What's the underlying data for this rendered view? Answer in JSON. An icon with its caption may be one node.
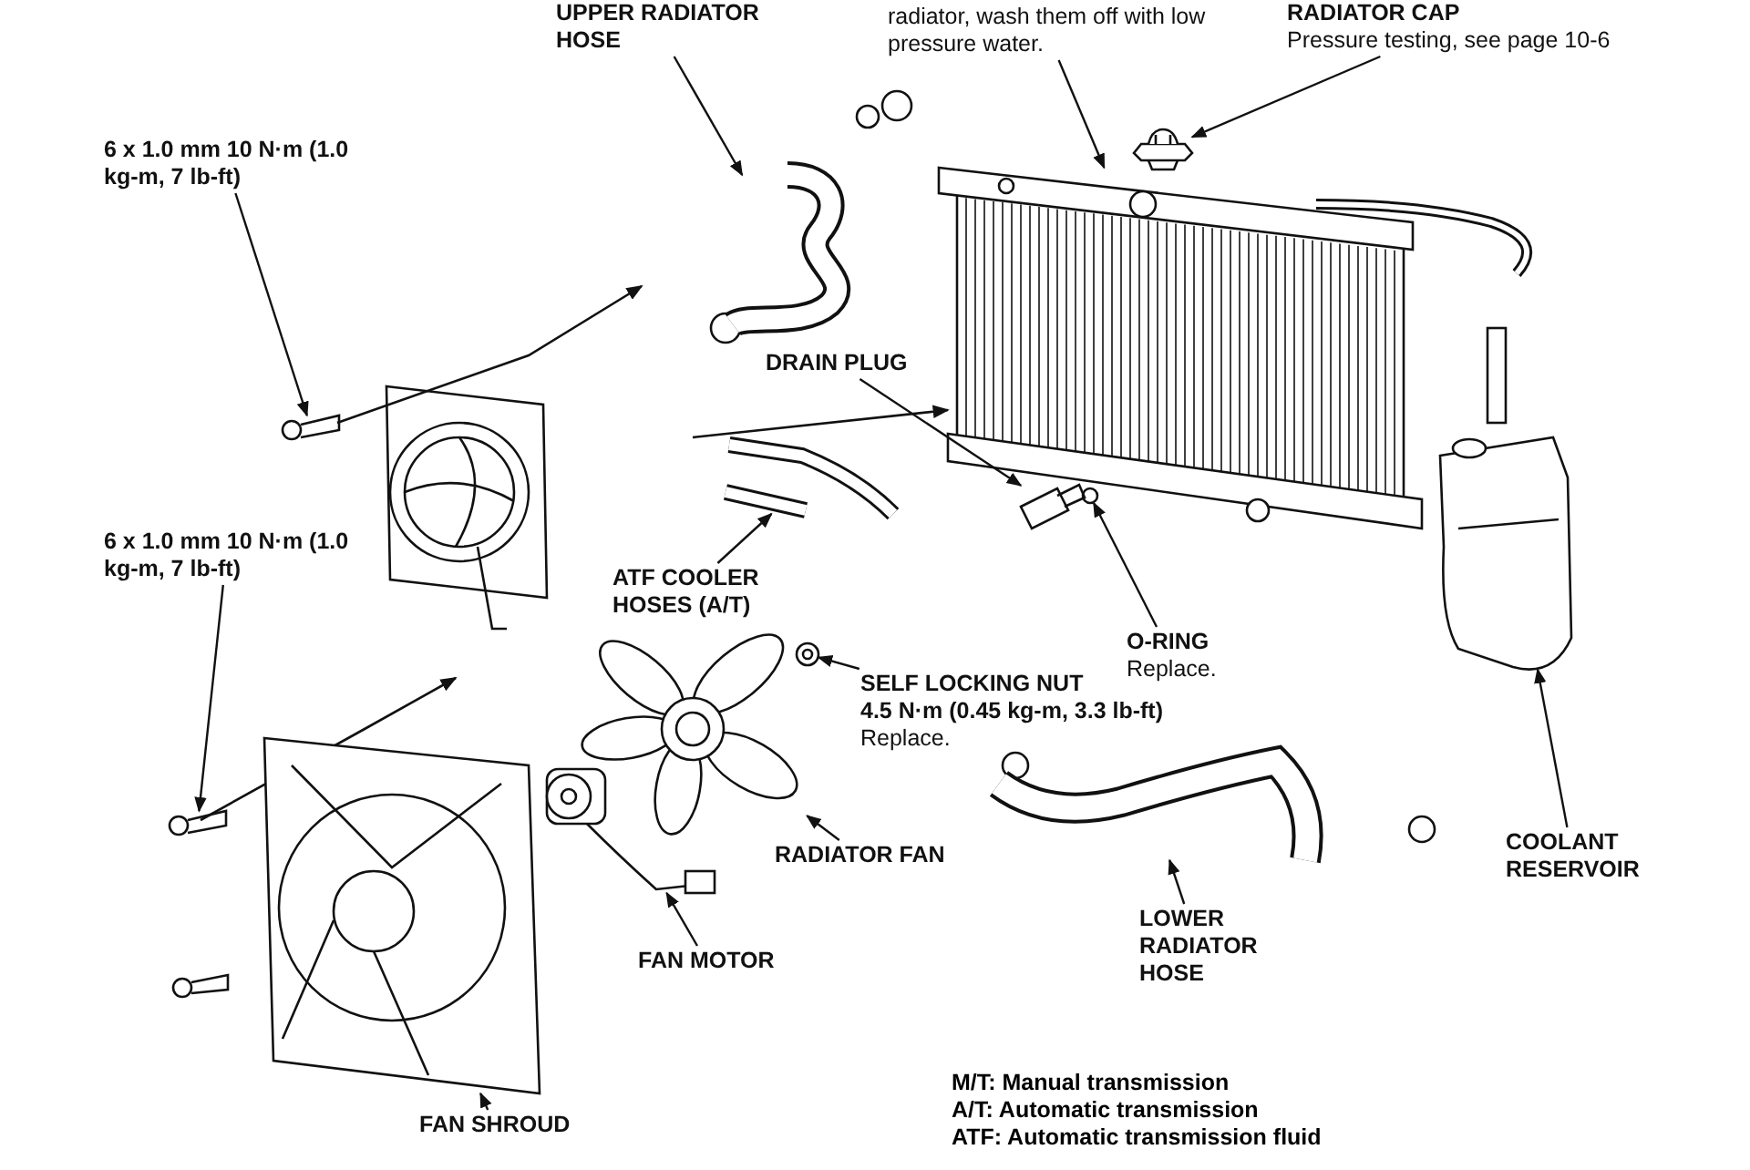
{
  "diagram": {
    "nodes": [
      {
        "text": [
          "UPPER RADIATOR HOSE"
        ]
      },
      {
        "text": [
          "radiator, wash them off with low pressure water."
        ]
      },
      {
        "text": [
          "RADIATOR CAP",
          "Pressure testing, see page 10-6"
        ]
      },
      {
        "text": [
          "6 x 1.0 mm 10 N·m (1.0 kg-m, 7 lb-ft)"
        ]
      },
      {
        "text": [
          "6 x 1.0 mm 10 N·m (1.0 kg-m, 7 lb-ft)"
        ]
      },
      {
        "text": [
          "DRAIN PLUG"
        ]
      },
      {
        "text": [
          "ATF COOLER HOSES (A/T)"
        ]
      },
      {
        "text": [
          "O-RING",
          "Replace."
        ]
      },
      {
        "text": [
          "SELF LOCKING NUT",
          "4.5 N·m (0.45 kg-m, 3.3 lb-ft)",
          "Replace."
        ]
      },
      {
        "text": [
          "RADIATOR FAN"
        ]
      },
      {
        "text": [
          "FAN MOTOR"
        ]
      },
      {
        "text": [
          "FAN SHROUD"
        ]
      },
      {
        "text": [
          "LOWER RADIATOR HOSE"
        ]
      },
      {
        "text": [
          "COOLANT RESERVOIR"
        ]
      },
      {
        "text": [],
        "shape": "picture"
      },
      {
        "text": [],
        "shape": "picture"
      },
      {
        "text": [],
        "shape": "picture"
      },
      {
        "text": [],
        "shape": "picture"
      },
      {
        "text": [],
        "shape": "picture"
      },
      {
        "text": [],
        "shape": "picture"
      },
      {
        "text": [],
        "shape": "picture"
      },
      {
        "text": [],
        "shape": "circle"
      },
      {
        "text": [],
        "shape": "picture"
      },
      {
        "text": [],
        "shape": "picture"
      },
      {
        "text": [],
        "shape": "picture"
      },
      {
        "text": [],
        "shape": "picture"
      },
      {
        "text": [],
        "shape": "picture"
      },
      {
        "text": [],
        "shape": "picture"
      }
    ],
    "edges": [
      {
        "from": 0,
        "to": 14,
        "arrow": "to"
      },
      {
        "from": 1,
        "to": 15,
        "arrow": "to"
      },
      {
        "from": 2,
        "to": 16,
        "arrow": "to"
      },
      {
        "from": 3,
        "to": 17,
        "arrow": "to"
      },
      {
        "from": 4,
        "to": 18,
        "arrow": "to"
      },
      {
        "from": 5,
        "to": 19,
        "arrow": "to"
      },
      {
        "from": 6,
        "to": 20,
        "arrow": "to"
      },
      {
        "from": 7,
        "to": 21,
        "arrow": "to"
      },
      {
        "from": 8,
        "to": 22,
        "arrow": "to"
      },
      {
        "from": 9,
        "to": 23,
        "arrow": "to"
      },
      {
        "from": 10,
        "to": 24,
        "arrow": "to"
      },
      {
        "from": 11,
        "to": 25,
        "arrow": "to"
      },
      {
        "from": 12,
        "to": 26,
        "arrow": "to"
      },
      {
        "from": 13,
        "to": 27,
        "arrow": "to"
      }
    ],
    "labels": [
      "M/T: Manual transmission",
      "A/T: Automatic transmission",
      "ATF: Automatic transmission fluid"
    ]
  }
}
